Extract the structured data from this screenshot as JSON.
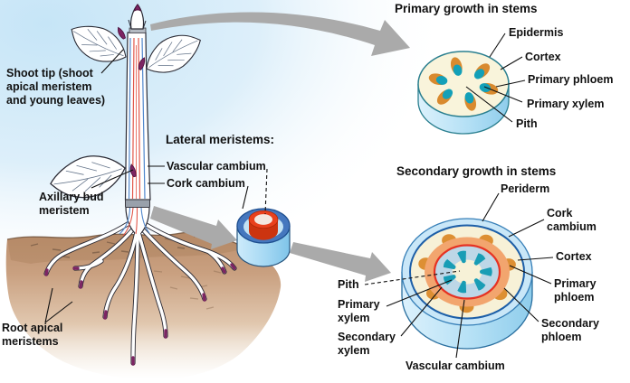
{
  "figure": {
    "plant": {
      "shoot_tip": "Shoot tip (shoot\napical meristem\nand young leaves)",
      "axillary_bud": "Axillary bud\nmeristem",
      "root_apical": "Root apical\nmeristems"
    },
    "lateral": {
      "heading": "Lateral meristems:",
      "vascular_cambium": "Vascular cambium",
      "cork_cambium": "Cork cambium"
    },
    "primary": {
      "heading": "Primary growth in stems",
      "epidermis": "Epidermis",
      "cortex": "Cortex",
      "primary_phloem": "Primary phloem",
      "primary_xylem": "Primary xylem",
      "pith": "Pith"
    },
    "secondary": {
      "heading": "Secondary growth in stems",
      "periderm": "Periderm",
      "cork_cambium": "Cork\ncambium",
      "cortex": "Cortex",
      "primary_phloem": "Primary\nphloem",
      "secondary_phloem": "Secondary\nphloem",
      "vascular_cambium": "Vascular cambium",
      "pith": "Pith",
      "primary_xylem": "Primary\nxylem",
      "secondary_xylem": "Secondary\nxylem"
    },
    "colors": {
      "sky_blue": "#c6e5f7",
      "soil_brown": "#c09070",
      "arrow_gray": "#aaaaaa",
      "cambium_red": "#e63223",
      "cork_cambium_blue": "#1d5fa8",
      "phloem_orange": "#f2a56e",
      "primary_phloem_orange": "#dd8f33",
      "xylem_teal": "#189db5",
      "cortex_cream": "#f7f1d7",
      "periderm_blue": "#c9e7f8",
      "secondary_xylem_blue": "#bdd7e7",
      "bud_purple": "#7d2563",
      "cylinder_blue": "#4577be"
    }
  }
}
